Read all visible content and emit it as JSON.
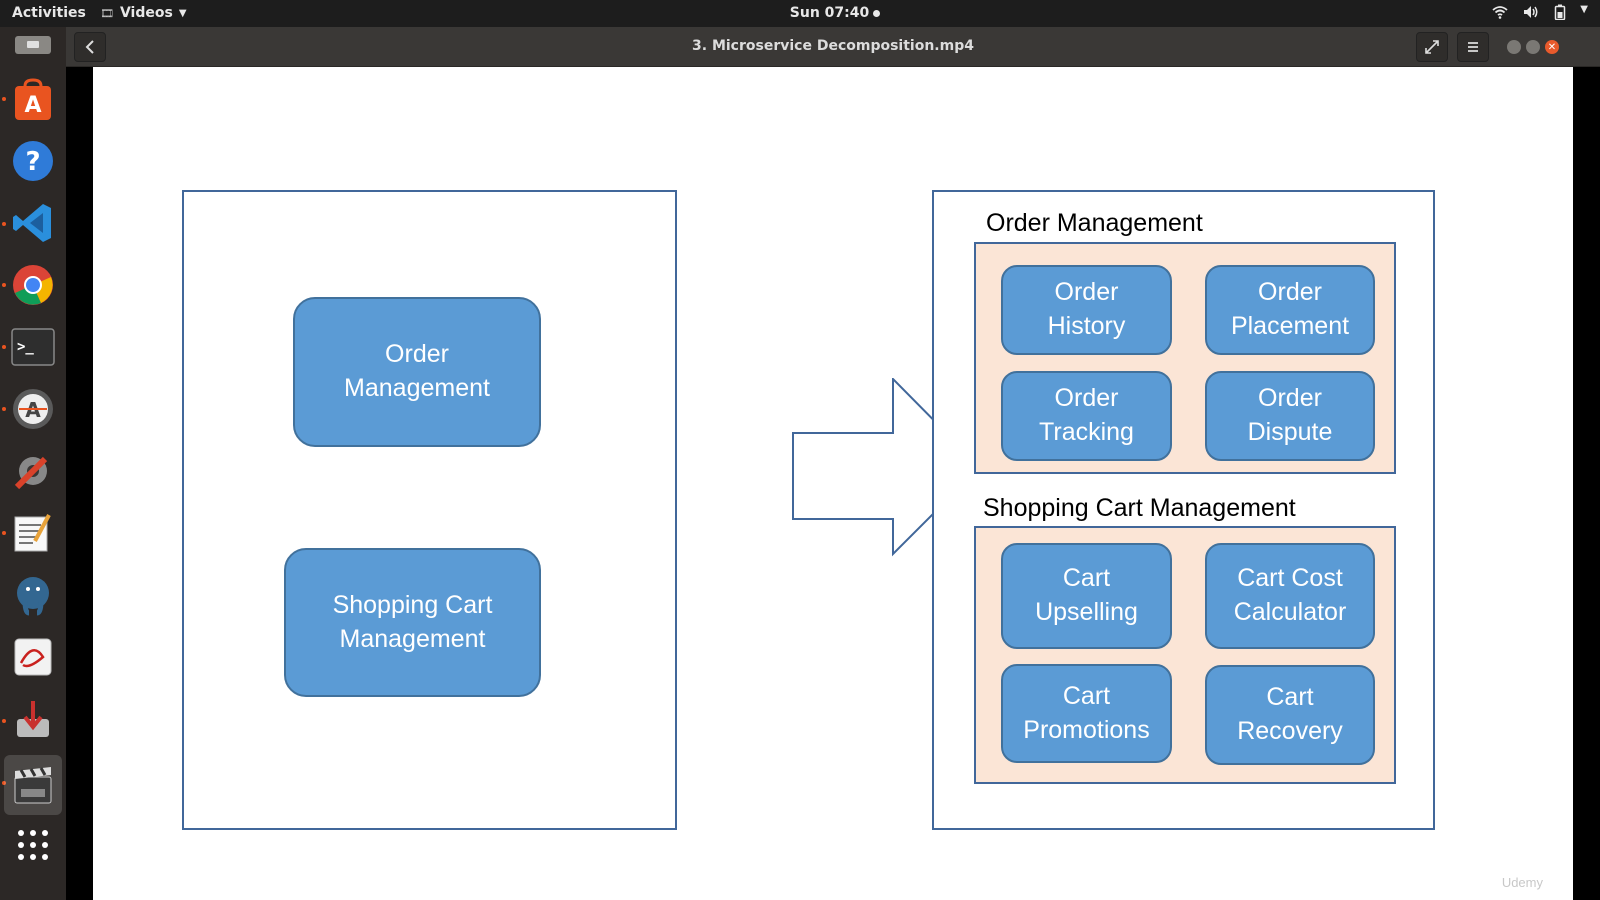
{
  "topbar": {
    "activities": "Activities",
    "app_name": "Videos",
    "clock": "Sun 07:40"
  },
  "dock": {
    "items": [
      "files-icon",
      "software-center-icon",
      "help-icon",
      "vscode-icon",
      "chrome-icon",
      "terminal-icon",
      "software-updater-icon",
      "settings-tool-icon",
      "text-editor-icon",
      "pgadmin-icon",
      "document-viewer-icon",
      "transmission-icon",
      "videos-icon",
      "show-apps-icon"
    ]
  },
  "window": {
    "title": "3. Microservice Decomposition.mp4"
  },
  "slide": {
    "left_boxes": [
      "Order\nManagement",
      "Shopping Cart\nManagement"
    ],
    "groups": [
      {
        "title": "Order Management",
        "items": [
          "Order\nHistory",
          "Order\nPlacement",
          "Order\nTracking",
          "Order\nDispute"
        ]
      },
      {
        "title": "Shopping Cart Management",
        "items": [
          "Cart\nUpselling",
          "Cart Cost\nCalculator",
          "Cart\nPromotions",
          "Cart\nRecovery"
        ]
      }
    ]
  },
  "colors": {
    "box_fill": "#5b9bd5",
    "group_fill": "#fbe5d6",
    "frame_border": "#41679a",
    "accent": "#e95420"
  },
  "watermark": "Udemy"
}
